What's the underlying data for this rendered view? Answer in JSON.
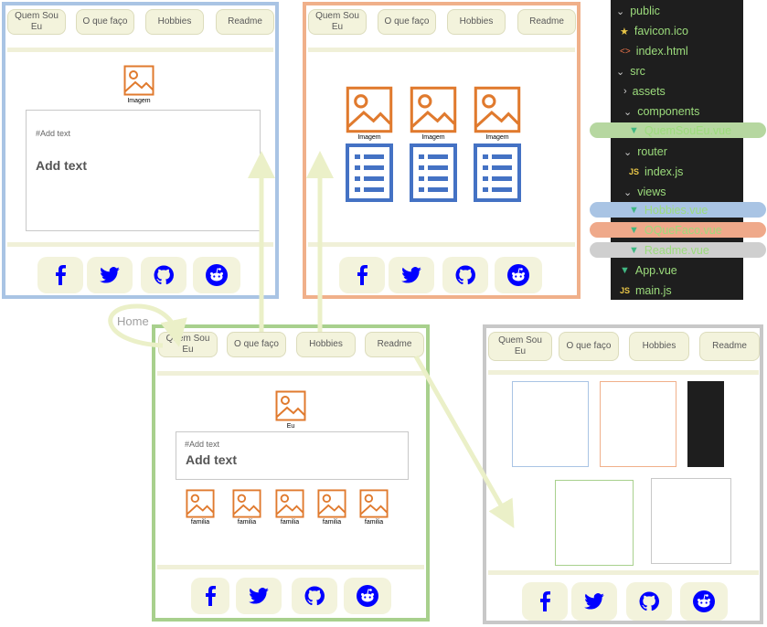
{
  "nav": {
    "quem_sou_eu": "Quem Sou Eu",
    "o_que_faco": "O que faço",
    "hobbies": "Hobbies",
    "readme": "Readme"
  },
  "home_label": "Home",
  "quem_sou_eu_page": {
    "image_caption": "Imagem",
    "text_hint": "#Add text",
    "text_title": "Add text"
  },
  "o_que_faco_page": {
    "image_captions": [
      "Imagem",
      "Imagem",
      "Imagem"
    ]
  },
  "home_page": {
    "image_caption": "Eu",
    "text_hint": "#Add text",
    "text_title": "Add text",
    "family_captions": [
      "familia",
      "familia",
      "familia",
      "familia",
      "familia"
    ]
  },
  "file_tree": [
    {
      "label": "public",
      "icon": "chevron-down-icon"
    },
    {
      "label": "favicon.ico",
      "icon": "star-icon"
    },
    {
      "label": "index.html",
      "icon": "html-icon"
    },
    {
      "label": "src",
      "icon": "chevron-down-icon"
    },
    {
      "label": "assets",
      "icon": "chevron-right-icon"
    },
    {
      "label": "components",
      "icon": "chevron-down-icon"
    },
    {
      "label": "QuemSouEu.vue",
      "icon": "vue-icon"
    },
    {
      "label": "router",
      "icon": "chevron-down-icon"
    },
    {
      "label": "index.js",
      "icon": "js-icon"
    },
    {
      "label": "views",
      "icon": "chevron-down-icon"
    },
    {
      "label": "Hobbies.vue",
      "icon": "vue-icon"
    },
    {
      "label": "OQueFaco.vue",
      "icon": "vue-icon"
    },
    {
      "label": "Readme.vue",
      "icon": "vue-icon"
    },
    {
      "label": "App.vue",
      "icon": "vue-icon"
    },
    {
      "label": "main.js",
      "icon": "js-icon"
    }
  ],
  "social_icons": [
    "facebook-icon",
    "twitter-icon",
    "github-icon",
    "reddit-icon"
  ],
  "colors": {
    "quem_sou_eu_frame": "#a9c4e4",
    "o_que_faco_frame": "#f0b08a",
    "home_frame": "#a8d08d",
    "readme_frame": "#c8c8c8",
    "arrow": "#ebf0c8",
    "image_icon": "#e07a2e",
    "list_icon": "#4472c4",
    "social_blue": "#0000ff",
    "tree_bg": "#1e1e1e",
    "tree_text": "#9cdc7c"
  }
}
